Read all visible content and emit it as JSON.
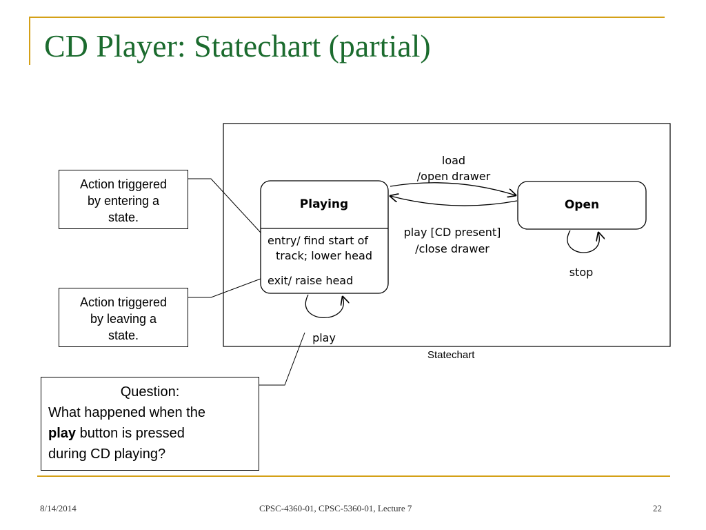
{
  "slide": {
    "title": "CD Player: Statechart (partial)",
    "callout_entry": [
      "Action triggered",
      "by entering a",
      "state."
    ],
    "callout_exit": [
      "Action triggered",
      "by leaving a",
      "state."
    ],
    "question": {
      "heading": "Question:",
      "line1": "What happened when the",
      "bold_word": "play",
      "line2_rest": " button is pressed",
      "line3": "during CD playing?"
    },
    "caption": "Statechart",
    "footer": {
      "date": "8/14/2014",
      "course": "CPSC-4360-01, CPSC-5360-01, Lecture 7",
      "page": "22"
    }
  },
  "statechart": {
    "state_playing": {
      "name": "Playing",
      "entry_line1": "entry/ find start of",
      "entry_line2": "track; lower head",
      "exit_line": "exit/ raise head"
    },
    "state_open": {
      "name": "Open"
    },
    "transition_load": {
      "line1": "load",
      "line2": "/open drawer"
    },
    "transition_play": {
      "line1": "play [CD present]",
      "line2": "/close drawer"
    },
    "self_loop_open": "stop",
    "self_loop_playing": "play"
  },
  "colors": {
    "title": "#1b6b2e",
    "accent": "#d4a017"
  }
}
